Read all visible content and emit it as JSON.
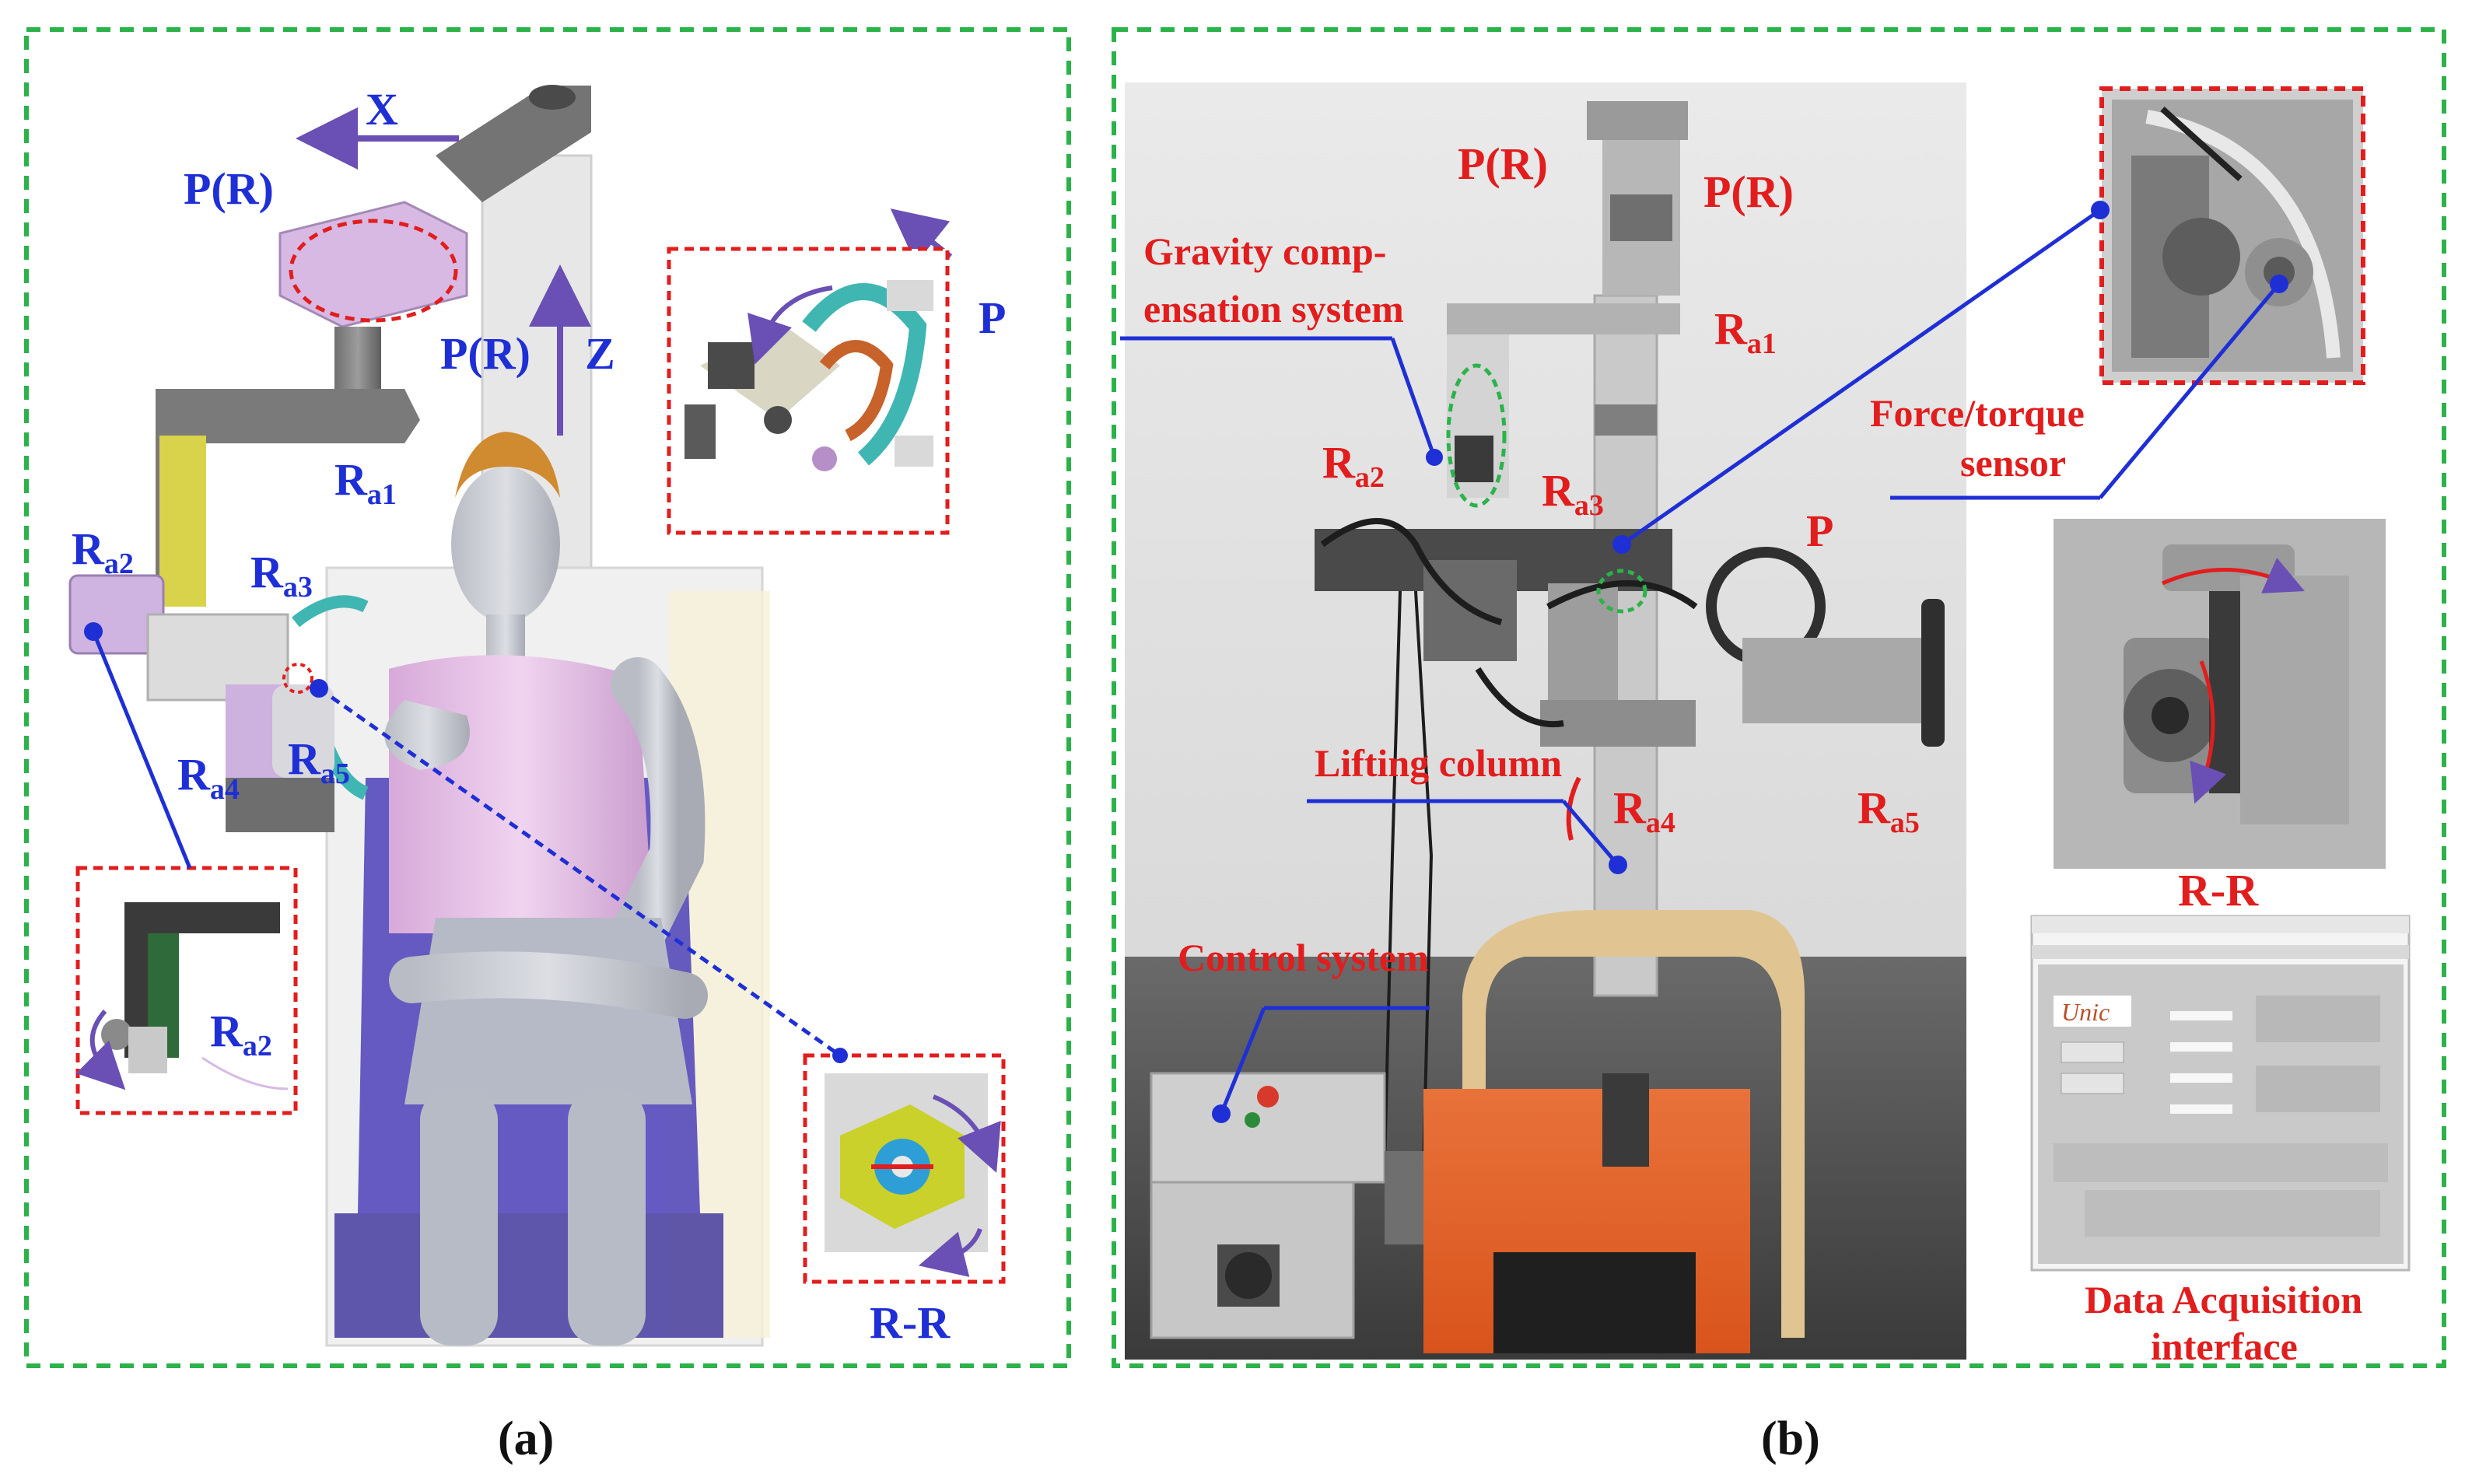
{
  "colors": {
    "frame_green": "#2bb34a",
    "label_blue": "#1f2fd6",
    "label_red": "#e21d1d",
    "arrow_purple": "#6a4fb5",
    "inset_red": "#e21d1d"
  },
  "panel_a": {
    "caption": "(a)",
    "labels": {
      "x": "X",
      "z": "Z",
      "p_r_top": "P(R)",
      "p_r_mid": "P(R)",
      "p": "P",
      "ra1": "R",
      "ra1_sub": "a1",
      "ra2": "R",
      "ra2_sub": "a2",
      "ra3": "R",
      "ra3_sub": "a3",
      "ra4": "R",
      "ra4_sub": "a4",
      "ra5": "R",
      "ra5_sub": "a5",
      "inset_ra2": "R",
      "inset_ra2_sub": "a2",
      "rr": "R-R"
    }
  },
  "panel_b": {
    "caption": "(b)",
    "labels": {
      "p_r_1": "P(R)",
      "p_r_2": "P(R)",
      "gravity_1": "Gravity comp-",
      "gravity_2": "ensation system",
      "ra1": "R",
      "ra1_sub": "a1",
      "ra2": "R",
      "ra2_sub": "a2",
      "ra3": "R",
      "ra3_sub": "a3",
      "ra4": "R",
      "ra4_sub": "a4",
      "ra5": "R",
      "ra5_sub": "a5",
      "p": "P",
      "lifting": "Lifting column",
      "control": "Control system",
      "force_1": "Force/torque",
      "force_2": "sensor",
      "rr": "R-R",
      "daq_1": "Data Acquisition",
      "daq_2": "interface",
      "logo": "Unic"
    }
  }
}
